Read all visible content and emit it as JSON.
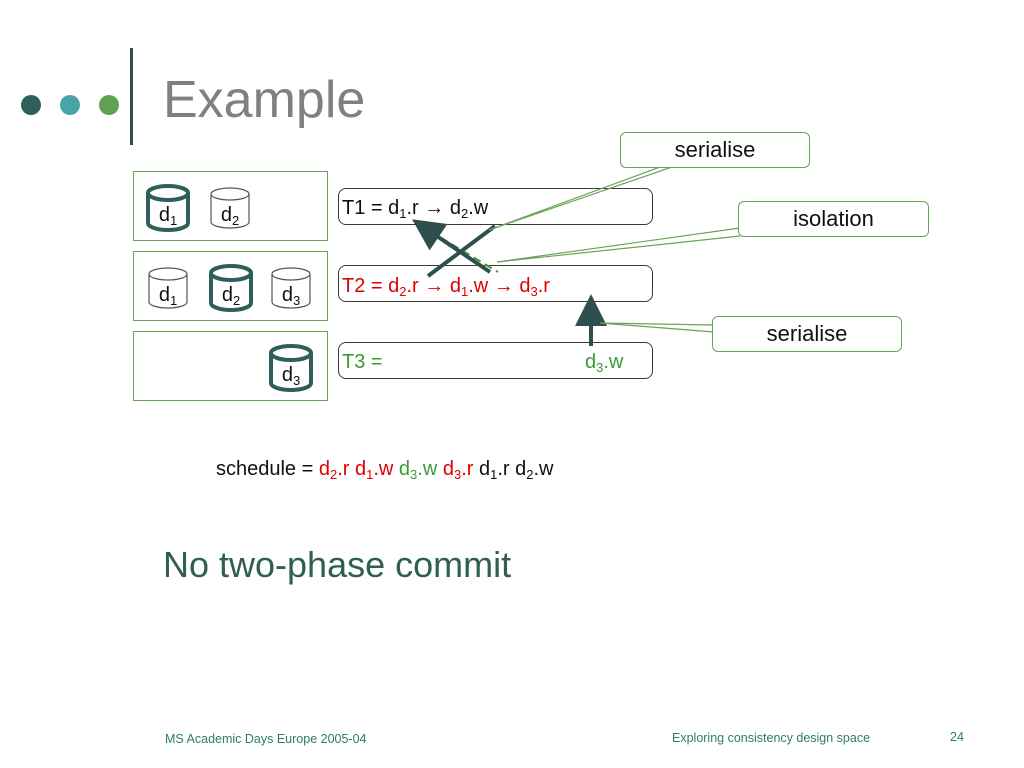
{
  "slide": {
    "title": "Example",
    "bullet_colors": [
      "#2f5f5a",
      "#4aa3a8",
      "#5fa055"
    ]
  },
  "panels": {
    "row1": {
      "d1": "d",
      "d1_sub": "1",
      "d2": "d",
      "d2_sub": "2"
    },
    "row2": {
      "d1": "d",
      "d1_sub": "1",
      "d2": "d",
      "d2_sub": "2",
      "d3": "d",
      "d3_sub": "3"
    },
    "row3": {
      "d3": "d",
      "d3_sub": "3"
    }
  },
  "transactions": {
    "t1": {
      "prefix": "T1 = ",
      "a": "d",
      "a_sub": "1",
      "a_op": ".r ",
      "arrow": "→",
      "b": " d",
      "b_sub": "2",
      "b_op": ".w"
    },
    "t2": {
      "prefix": "T2 = ",
      "a": "d",
      "a_sub": "2",
      "a_op": ".r ",
      "arrow1": "→",
      "b": " d",
      "b_sub": "1",
      "b_op": ".w ",
      "arrow2": "→",
      "c": " d",
      "c_sub": "3",
      "c_op": ".r"
    },
    "t3": {
      "prefix": "T3 = ",
      "a": "d",
      "a_sub": "3",
      "a_op": ".w"
    }
  },
  "callouts": {
    "serialise_top": "serialise",
    "isolation": "isolation",
    "serialise_bottom": "serialise"
  },
  "schedule": {
    "label": "schedule = ",
    "items": [
      {
        "d": "d",
        "sub": "2",
        "op": ".r",
        "color": "red"
      },
      {
        "d": "d",
        "sub": "1",
        "op": ".w",
        "color": "red"
      },
      {
        "d": "d",
        "sub": "3",
        "op": ".w",
        "color": "green"
      },
      {
        "d": "d",
        "sub": "3",
        "op": ".r",
        "color": "red"
      },
      {
        "d": "d",
        "sub": "1",
        "op": ".r",
        "color": "black"
      },
      {
        "d": "d",
        "sub": "2",
        "op": ".w",
        "color": "black"
      }
    ]
  },
  "subtitle": "No two-phase commit",
  "footer": {
    "left": "MS Academic Days Europe  2005-04",
    "center": "Exploring consistency design space",
    "page": "24"
  },
  "colors": {
    "green": "#3d9b35",
    "red": "#e00000",
    "dark_teal": "#2f5f5a"
  }
}
